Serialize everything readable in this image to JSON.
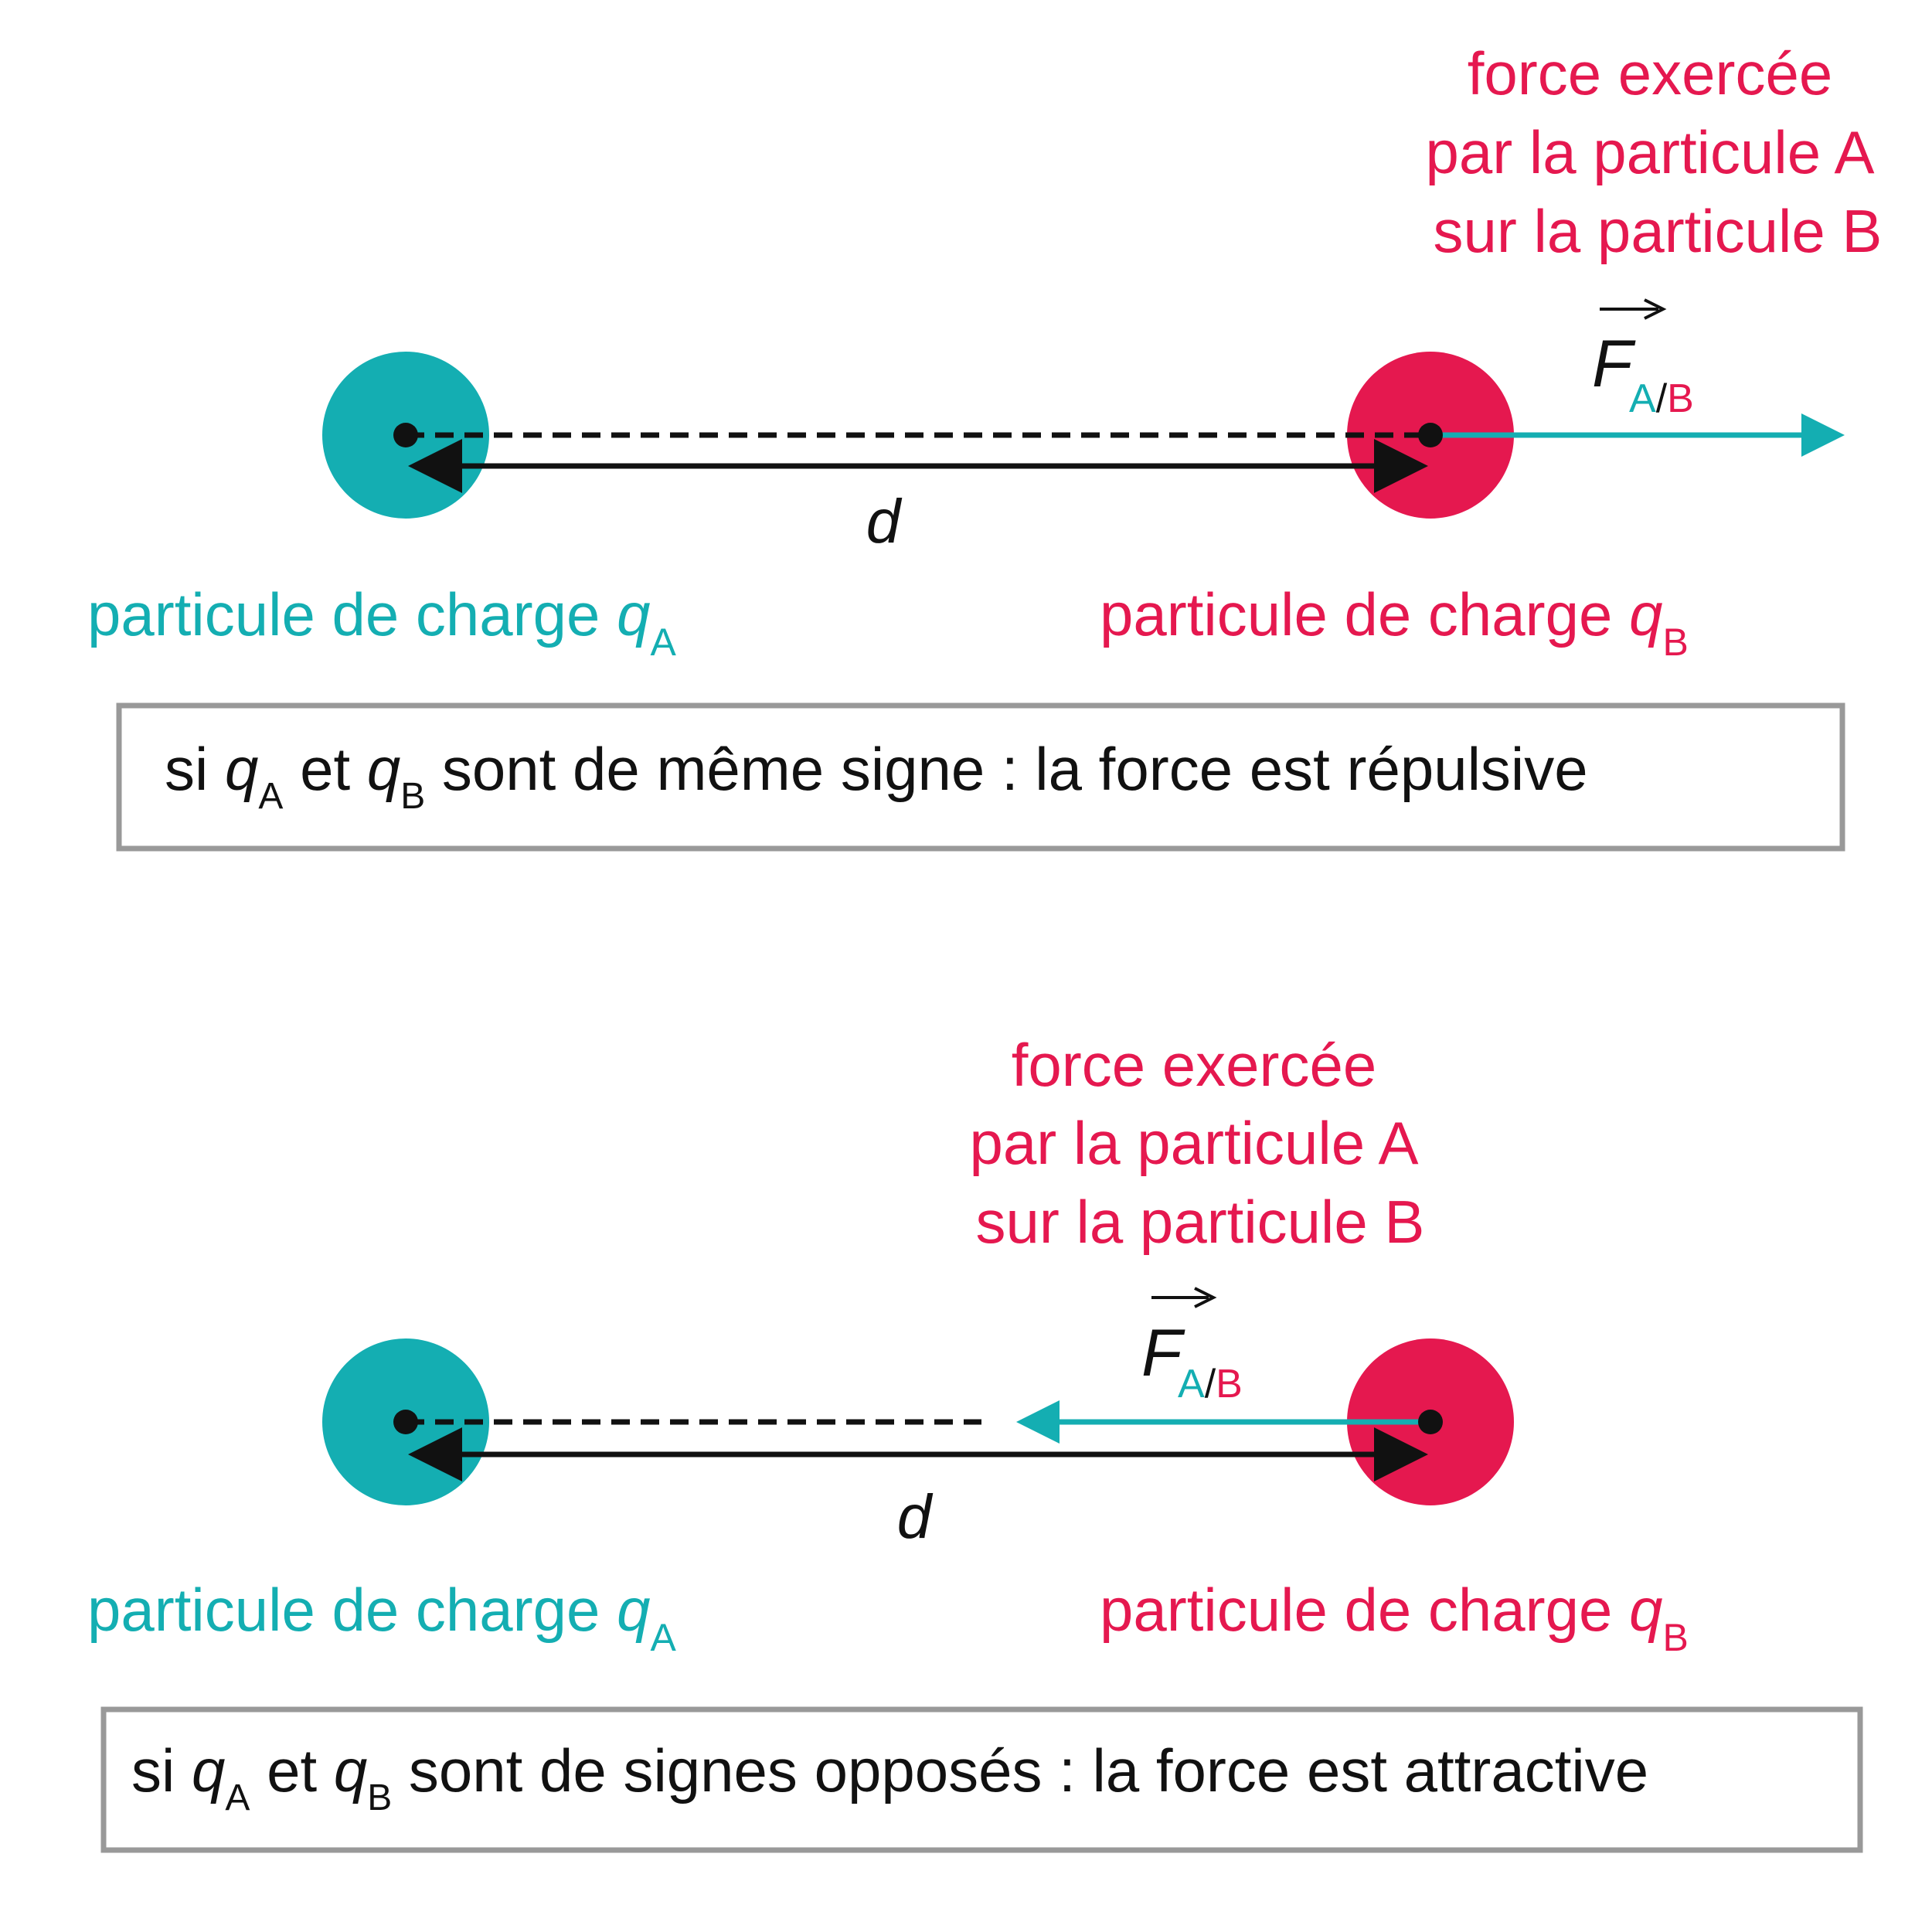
{
  "colors": {
    "particle_a": "#14AEB2",
    "particle_b": "#E5184F",
    "text": "#111111",
    "frame": "#999999"
  },
  "distance_symbol": "d",
  "vector_symbol": "F",
  "vector_subscript": {
    "a": "A",
    "slash": "/",
    "b": "B"
  },
  "particle_label_text": "particule de charge",
  "charge_symbol": "q",
  "charge_a_index": "A",
  "charge_b_index": "B",
  "force_caption": {
    "line1": "force exercée",
    "line2": "par la particule A",
    "line3": "sur la particule B"
  },
  "panels": [
    {
      "rule": {
        "prefix": "si",
        "conj": "et",
        "tail": "sont de même signe : la force est répulsive"
      },
      "force_direction": "away from A (repulsive)"
    },
    {
      "rule": {
        "prefix": "si",
        "conj": "et",
        "tail": "sont de signes opposés : la force est attractive"
      },
      "force_direction": "toward A (attractive)"
    }
  ]
}
